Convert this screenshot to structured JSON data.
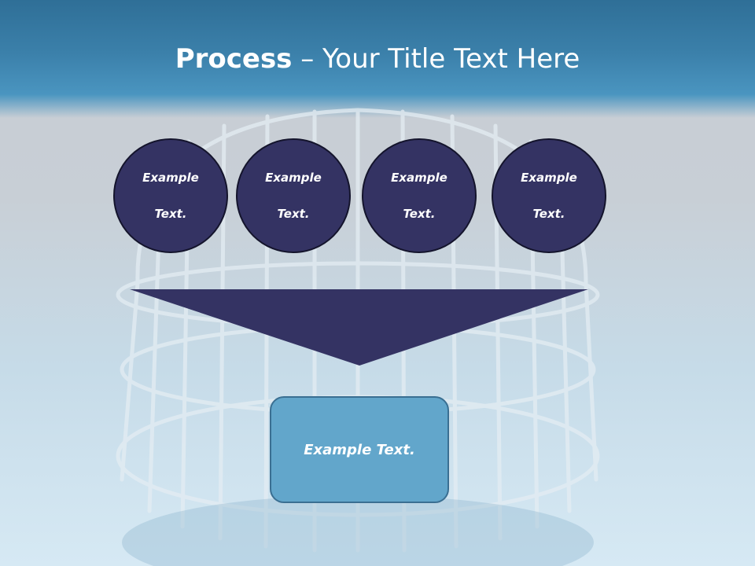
{
  "title": {
    "bold": "Process",
    "rest": " – Your Title Text Here"
  },
  "inputs": [
    {
      "line1": "Example",
      "line2": "Text."
    },
    {
      "line1": "Example",
      "line2": "Text."
    },
    {
      "line1": "Example",
      "line2": "Text."
    },
    {
      "line1": "Example",
      "line2": "Text."
    }
  ],
  "output": {
    "label": "Example Text."
  },
  "colors": {
    "header": "#3b80aa",
    "circle_fill": "#343363",
    "funnel_fill": "#343363",
    "output_fill": "#62a6cb"
  }
}
